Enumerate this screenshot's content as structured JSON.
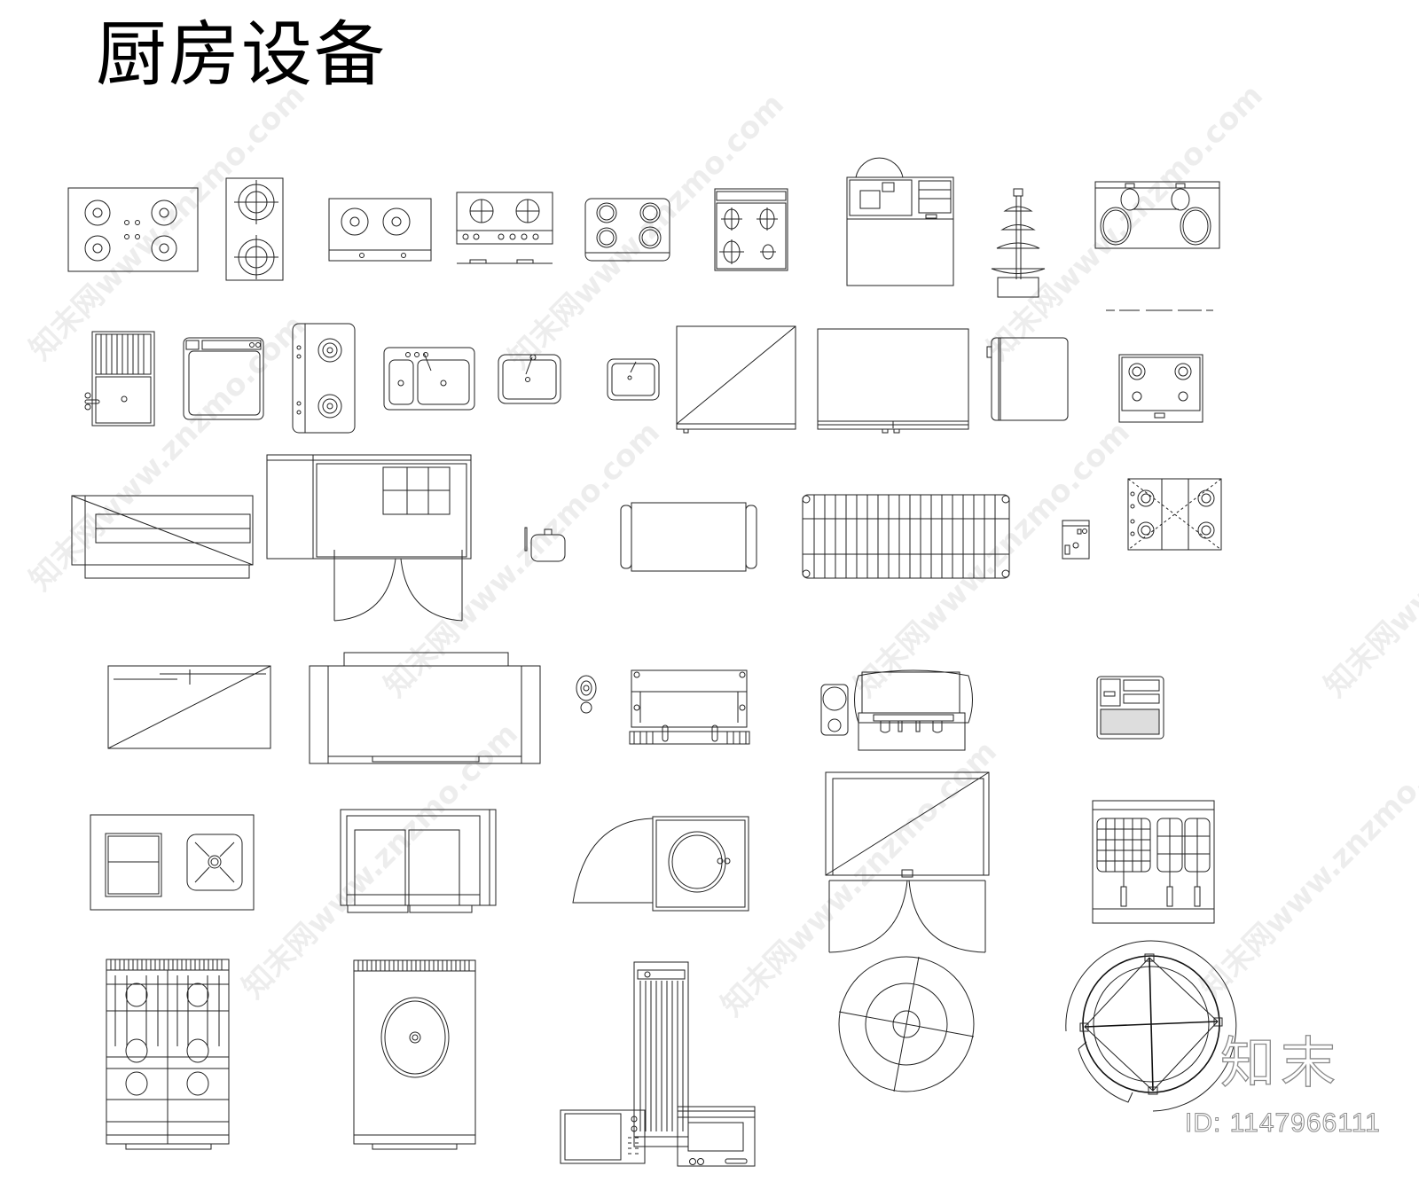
{
  "sheet": {
    "title": "厨房设备",
    "logo_text": "知末",
    "id_label": "ID: 1147966111",
    "watermark_text": "知末网www.znzmo.com",
    "line_color": "#222222",
    "background": "#ffffff"
  },
  "symbols": [
    {
      "row": 1,
      "label": "4-burner gas hob with center knobs"
    },
    {
      "row": 1,
      "label": "2-burner vertical gas hob"
    },
    {
      "row": 1,
      "label": "2-burner gas stove with front knobs"
    },
    {
      "row": 1,
      "label": "2-burner built-in stove with elevation"
    },
    {
      "row": 1,
      "label": "4-zone rounded hob"
    },
    {
      "row": 1,
      "label": "4-burner cooktop panel"
    },
    {
      "row": 1,
      "label": "Dome oven / vending unit"
    },
    {
      "row": 1,
      "label": "Chocolate fountain"
    },
    {
      "row": 1,
      "label": "Double wok range"
    },
    {
      "row": 2,
      "label": "Sink with drainboard"
    },
    {
      "row": 2,
      "label": "Dishwasher"
    },
    {
      "row": 2,
      "label": "2-burner domino hob"
    },
    {
      "row": 2,
      "label": "Double bowl sink"
    },
    {
      "row": 2,
      "label": "Single bowl sink"
    },
    {
      "row": 2,
      "label": "Small bar sink"
    },
    {
      "row": 2,
      "label": "Square refrigerator"
    },
    {
      "row": 2,
      "label": "Wide refrigerator"
    },
    {
      "row": 2,
      "label": "Side-hinged cabinet"
    },
    {
      "row": 2,
      "label": "4-burner range top"
    },
    {
      "row": 3,
      "label": "Work table with shelf"
    },
    {
      "row": 3,
      "label": "Walk-in cooler with double doors"
    },
    {
      "row": 3,
      "label": "Mixer"
    },
    {
      "row": 3,
      "label": "Cart"
    },
    {
      "row": 3,
      "label": "Wire shelving"
    },
    {
      "row": 3,
      "label": "Small appliance"
    },
    {
      "row": 3,
      "label": "6-burner open range"
    },
    {
      "row": 4,
      "label": "Counter with crossmark"
    },
    {
      "row": 4,
      "label": "Hood / pass-through"
    },
    {
      "row": 4,
      "label": "Juicer"
    },
    {
      "row": 4,
      "label": "Steam table"
    },
    {
      "row": 4,
      "label": "Beverage dispenser"
    },
    {
      "row": 4,
      "label": "Control panel"
    },
    {
      "row": 5,
      "label": "Prep sink counter"
    },
    {
      "row": 5,
      "label": "Double-door reach-in"
    },
    {
      "row": 5,
      "label": "Round sink with swing door"
    },
    {
      "row": 5,
      "label": "Walk-in freezer"
    },
    {
      "row": 5,
      "label": "Deep fryer"
    },
    {
      "row": 6,
      "label": "4-burner range"
    },
    {
      "row": 6,
      "label": "Wok station"
    },
    {
      "row": 6,
      "label": "Char grill"
    },
    {
      "row": 6,
      "label": "Round table"
    },
    {
      "row": 6,
      "label": "Rotary oven"
    },
    {
      "row": 7,
      "label": "Microwave"
    },
    {
      "row": 7,
      "label": "Oven"
    }
  ]
}
